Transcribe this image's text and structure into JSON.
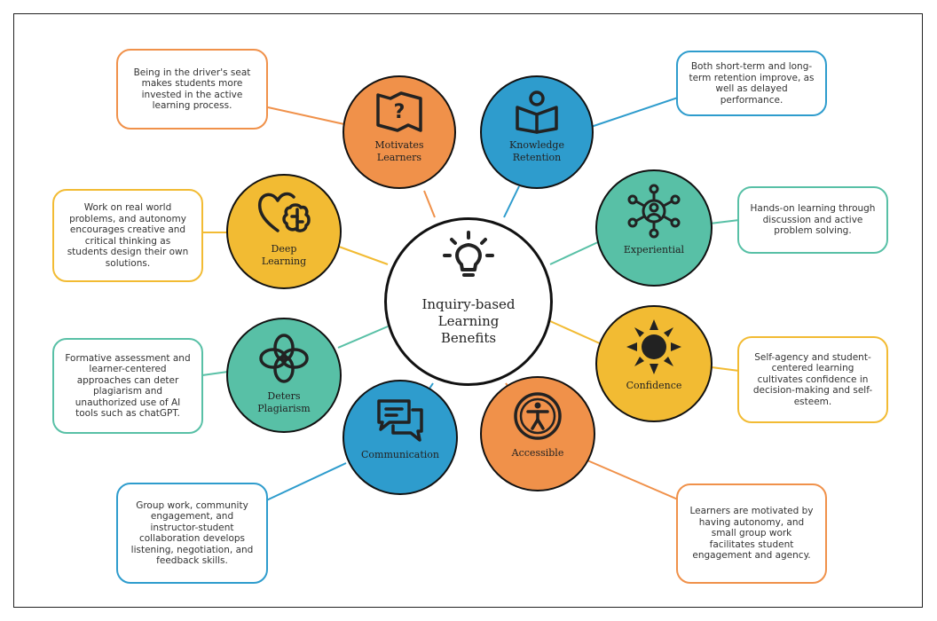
{
  "center": {
    "title_lines": [
      "Inquiry-based",
      "Learning",
      "Benefits"
    ]
  },
  "colors": {
    "orange": "#f0914a",
    "blue": "#2e9ccd",
    "teal": "#58c0a6",
    "yellow": "#f2bb33"
  },
  "nodes": [
    {
      "id": "motivates",
      "label_lines": [
        "Motivates",
        "Learners"
      ],
      "icon": "map-question-icon",
      "color": "#f0914a",
      "description": "Being in the driver's seat makes students more invested in the active learning process."
    },
    {
      "id": "knowledge",
      "label_lines": [
        "Knowledge",
        "Retention"
      ],
      "icon": "reading-person-icon",
      "color": "#2e9ccd",
      "description": "Both short-term and long-term retention improve, as well as delayed performance."
    },
    {
      "id": "experiential",
      "label_lines": [
        "Experiential"
      ],
      "icon": "network-person-icon",
      "color": "#58c0a6",
      "description": "Hands-on learning through discussion and active problem solving."
    },
    {
      "id": "confidence",
      "label_lines": [
        "Confidence"
      ],
      "icon": "sun-icon",
      "color": "#f2bb33",
      "description": "Self-agency and student-centered learning cultivates confidence in decision-making and self-esteem."
    },
    {
      "id": "accessible",
      "label_lines": [
        "Accessible"
      ],
      "icon": "accessibility-icon",
      "color": "#f0914a",
      "description": "Learners are motivated by having autonomy, and small group work facilitates student engagement and agency."
    },
    {
      "id": "communication",
      "label_lines": [
        "Communication"
      ],
      "icon": "chat-bubbles-icon",
      "color": "#2e9ccd",
      "description": "Group work, community engagement, and instructor-student collaboration develops listening, negotiation, and feedback skills."
    },
    {
      "id": "plagiarism",
      "label_lines": [
        "Deters",
        "Plagiarism"
      ],
      "icon": "ai-knot-icon",
      "color": "#58c0a6",
      "description": "Formative assessment and learner-centered approaches can deter plagiarism and unauthorized use of AI tools such as chatGPT."
    },
    {
      "id": "deep",
      "label_lines": [
        "Deep",
        "Learning"
      ],
      "icon": "heart-brain-icon",
      "color": "#f2bb33",
      "description": "Work on real world problems, and autonomy encourages creative and critical thinking as students design their own solutions."
    }
  ]
}
